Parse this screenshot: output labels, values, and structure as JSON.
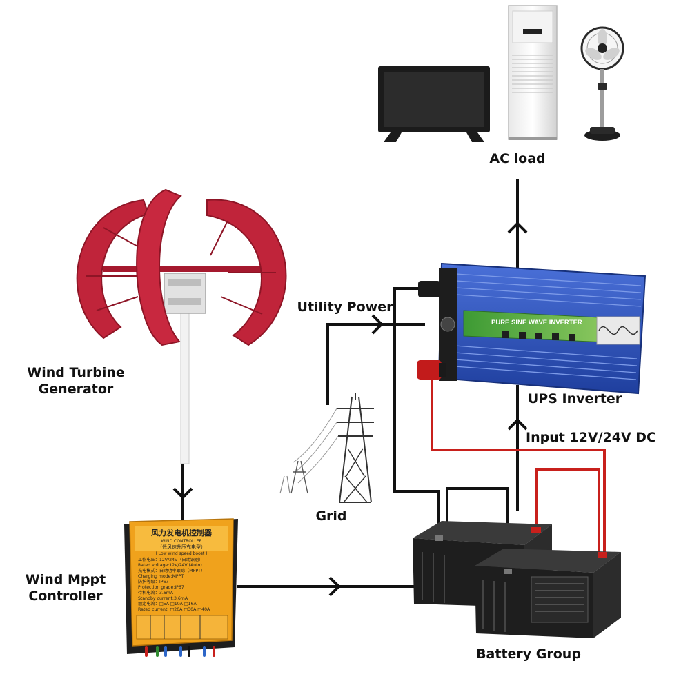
{
  "labels": {
    "ac_load": "AC load",
    "utility_power": "Utility Power",
    "wind_turbine_line1": "Wind Turbine",
    "wind_turbine_line2": "Generator",
    "ups_inverter": "UPS Inverter",
    "input_dc": "Input 12V/24V DC",
    "grid": "Grid",
    "mppt_line1": "Wind Mppt",
    "mppt_line2": "Controller",
    "battery_group": "Battery Group"
  },
  "inverter": {
    "panel_text": "PURE SINE WAVE INVERTER"
  },
  "controller": {
    "title_cn": "风力发电机控制器",
    "title_en": "WIND CONTROLLER",
    "subtitle_cn": "（低风速升压充电型）",
    "subtitle_en": "( Low wind speed boost )",
    "spec_lines": [
      "工作电压：12V/24V（自动识别）",
      "Rated voltage:12V/24V (Auto)",
      "充电模式：自动功率跟踪（MPPT）",
      "Charging mode:MPPT",
      "防护等级：IP67",
      "Protection grade:IP67",
      "待机电流：3.6mA",
      "Standby current:3.6mA",
      "额定电流：□5A □10A □16A",
      "Rated current: □20A □30A □40A"
    ]
  },
  "colors": {
    "wire_black": "#111111",
    "wire_red": "#c8201c",
    "turbine_red": "#c0243a",
    "inverter_blue": "#2b4fb8",
    "controller_orange": "#f0a21c",
    "battery_black": "#1e1e1e",
    "panel_green": "#4faa3a"
  },
  "icons": [
    "tv-icon",
    "air-conditioner-icon",
    "standing-fan-icon",
    "wind-turbine-icon",
    "inverter-icon",
    "power-tower-icon",
    "charge-controller-icon",
    "battery-icon"
  ]
}
